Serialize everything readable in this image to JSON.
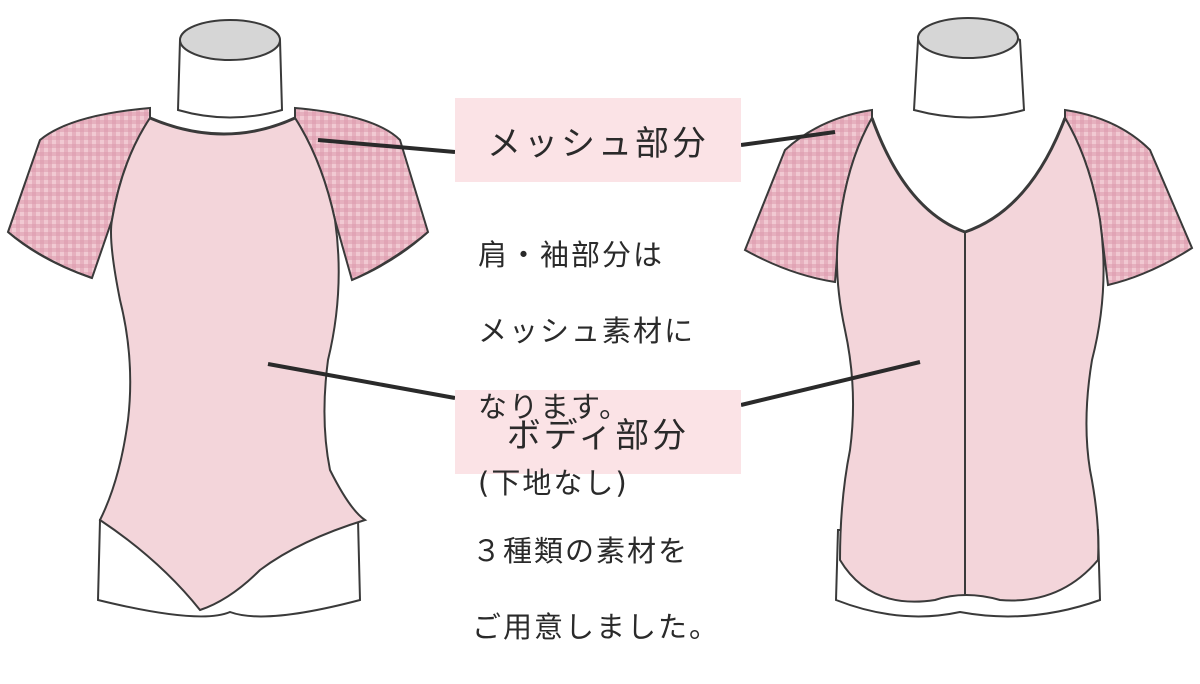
{
  "labels": {
    "mesh": "メッシュ部分",
    "body": "ボディ部分"
  },
  "descriptions": {
    "mesh_lines": [
      "肩・袖部分は",
      "メッシュ素材に",
      "なります。",
      "(下地なし)"
    ],
    "body_lines": [
      "３種類の素材を",
      "ご用意しました。"
    ]
  },
  "colors": {
    "label_box": "#fbe3e6",
    "garment_body": "#f3d5da",
    "mesh_sleeve": "#e6aebb",
    "mannequin": "#d6d6d6",
    "outline": "#3a3a3a"
  }
}
